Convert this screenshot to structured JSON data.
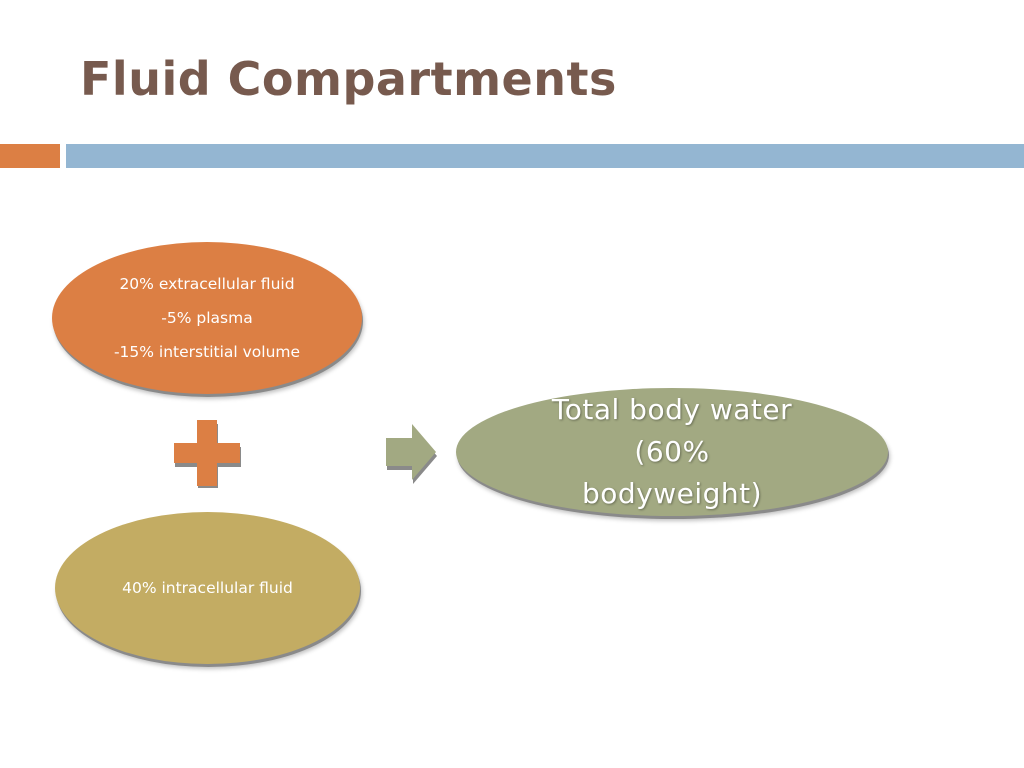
{
  "slide": {
    "title": "Fluid Compartments"
  },
  "colors": {
    "title": "#775a4e",
    "accent_bar": "#dc7f44",
    "main_bar": "#94b6d2",
    "extracellular": "#dc7f44",
    "intracellular": "#c3ac63",
    "total_body_water": "#a2a982",
    "plus": "#dc7f44",
    "arrow": "#a2a982",
    "text_light": "#ffffff"
  },
  "diagram": {
    "extracellular": {
      "lines": [
        "20% extracellular fluid",
        "-5% plasma",
        "-15% interstitial volume"
      ]
    },
    "intracellular": {
      "lines": [
        "40% intracellular fluid"
      ]
    },
    "total_body_water": {
      "lines": [
        "Total body water",
        "(60%",
        "bodyweight)"
      ]
    },
    "plus_icon": "plus-icon",
    "arrow_icon": "arrow-right-icon"
  }
}
